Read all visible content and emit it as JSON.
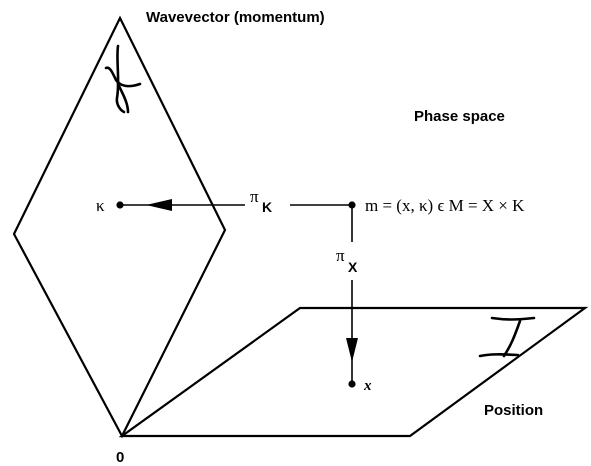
{
  "labels": {
    "wavevector": "Wavevector (momentum)",
    "phase_space": "Phase space",
    "position": "Position",
    "origin": "0",
    "kappa_point": "κ",
    "x_point": "x",
    "pi_k_symbol": "π",
    "pi_k_sub": "K",
    "pi_x_symbol": "π",
    "pi_x_sub": "X",
    "m_equation": "m = (x, κ) ϵ M = X × K",
    "k_plane_letter": "K",
    "x_plane_letter": "X"
  }
}
